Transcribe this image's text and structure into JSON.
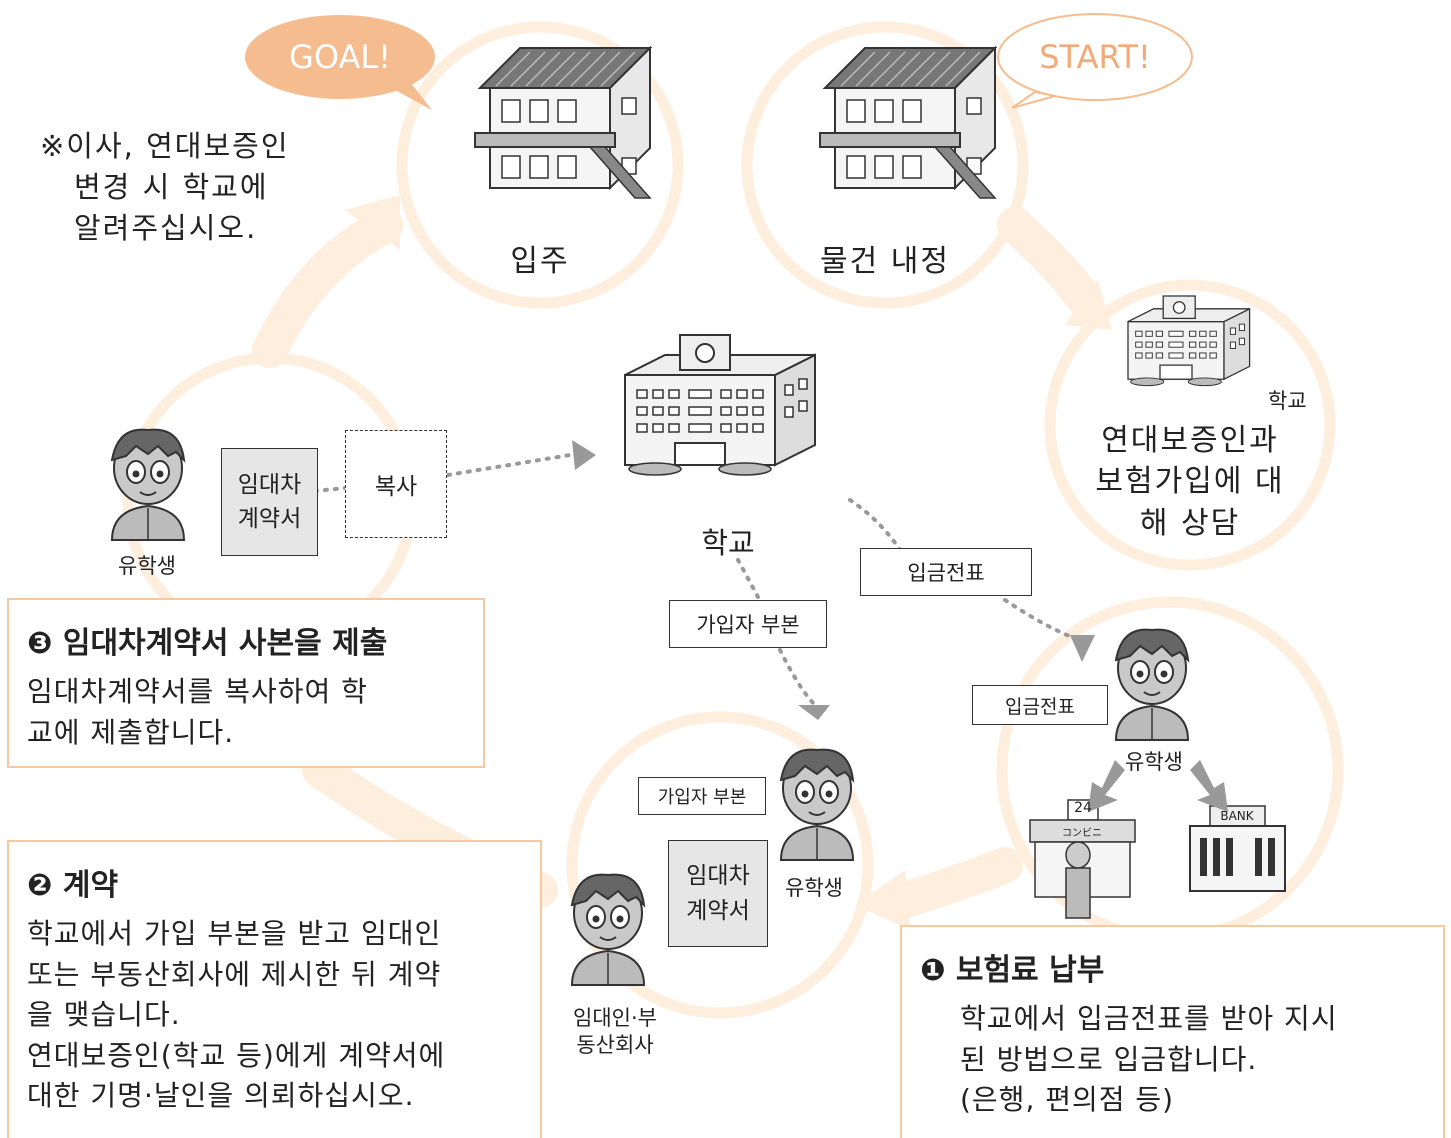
{
  "bubbles": {
    "goal": "GOAL!",
    "start": "START!"
  },
  "note": {
    "line1": "※이사, 연대보증인",
    "line2": "변경 시 학교에",
    "line3": "알려주십시오."
  },
  "stages": {
    "move_in": "입주",
    "property": "물건 내정",
    "consult_line1": "연대보증인과",
    "consult_line2": "보험가입에 대",
    "consult_line3": "해 상담"
  },
  "labels": {
    "school_center": "학교",
    "school_small": "학교",
    "student_left": "유학생",
    "student_middle": "유학생",
    "student_right": "유학생",
    "landlord_line1": "임대인·부",
    "landlord_line2": "동산회사",
    "lease_left_line1": "임대차",
    "lease_left_line2": "계약서",
    "lease_mid_line1": "임대차",
    "lease_mid_line2": "계약서",
    "copy": "복사",
    "subscriber_part_top": "가입자 부본",
    "subscriber_part_mid": "가입자 부본",
    "deposit_slip_top": "입금전표",
    "deposit_slip_mid": "입금전표",
    "sign_24": "24",
    "sign_konbini": "コンビニ",
    "sign_bank": "BANK"
  },
  "steps": {
    "step1": {
      "title": "❶ 보험료 납부",
      "line1": "학교에서 입금전표를 받아 지시",
      "line2": "된 방법으로 입금합니다.",
      "line3": "(은행, 편의점 등)"
    },
    "step2": {
      "title": "❷ 계약",
      "line1": "학교에서 가입 부본을 받고 임대인",
      "line2": "또는 부동산회사에 제시한 뒤 계약",
      "line3": "을 맺습니다.",
      "line4": "연대보증인(학교 등)에게 계약서에",
      "line5": "대한 기명·날인을 의뢰하십시오."
    },
    "step3": {
      "title": "❸ 임대차계약서 사본을 제출",
      "line1": "임대차계약서를 복사하여 학",
      "line2": "교에 제출합니다."
    }
  },
  "colors": {
    "circle": "#fdeede",
    "bubble_fill": "#f5bd8f",
    "bubble_outline": "#f5bd8f",
    "panel_border": "#f6c9a0"
  }
}
